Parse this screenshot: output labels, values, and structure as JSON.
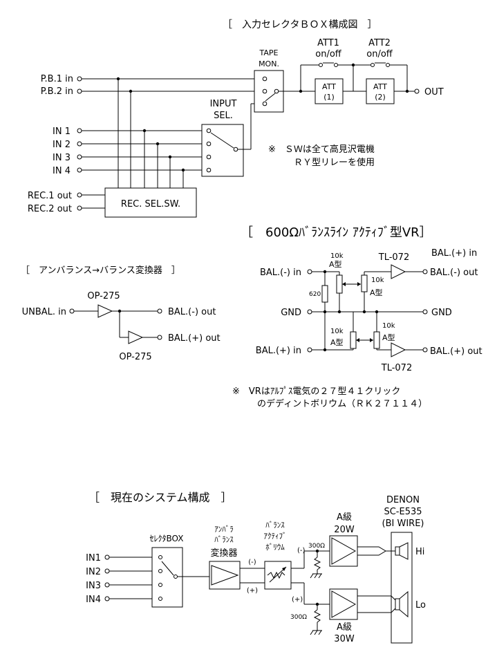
{
  "diagram1": {
    "title": "［　入力セレクタＢＯＸ構成図　］",
    "inputs_pb": [
      "P.B.1 in",
      "P.B.2 in"
    ],
    "inputs_line": [
      "IN 1",
      "IN 2",
      "IN 3",
      "IN 4"
    ],
    "rec_outs": [
      "REC.1 out",
      "REC.2 out"
    ],
    "rec_box": "REC. SEL.SW.",
    "input_sel": [
      "INPUT",
      "SEL."
    ],
    "tape_mon": [
      "TAPE",
      "MON."
    ],
    "att1_sw": [
      "ATT1",
      "on/off"
    ],
    "att2_sw": [
      "ATT2",
      "on/off"
    ],
    "att1_box": [
      "ATT",
      "(1)"
    ],
    "att2_box": [
      "ATT",
      "(2)"
    ],
    "out": "OUT",
    "note": [
      "※　ＳＷは全て高見沢電機",
      "ＲＹ型リレーを使用"
    ]
  },
  "diagram2": {
    "title": "［　アンバランス→バランス変換器　］",
    "in": "UNBAL. in",
    "op_top": "OP-275",
    "op_bottom": "OP-275",
    "out_minus": "BAL.(-) out",
    "out_plus": "BAL.(+) out"
  },
  "diagram3": {
    "title": "［　600Ωﾊﾞﾗﾝｽﾗｲﾝ ｱｸﾃｨﾌﾞ型VR］",
    "in_minus": "BAL.(-) in",
    "gnd_left": "GND",
    "in_plus": "BAL.(+) in",
    "gnd_right": "GND",
    "out_plus_top": "BAL.(+) in",
    "out_minus": "BAL.(-) out",
    "out_plus": "BAL.(+) out",
    "r620": "620",
    "vr_labels": [
      "10k",
      "A型",
      "10k",
      "A型",
      "10k",
      "A型",
      "10k",
      "A型"
    ],
    "op_top": "TL-072",
    "op_bottom": "TL-072",
    "note": [
      "※　VRはｱﾙﾌﾟｽ電気の２７型４１クリック",
      "のデディントボリウム（ＲＫ２７１１４）"
    ]
  },
  "diagram4": {
    "title": "［　現在のシステム構成　］",
    "inputs": [
      "IN1",
      "IN2",
      "IN3",
      "IN4"
    ],
    "selector": "ｾﾚｸﾀBOX",
    "converter": [
      "ｱﾝﾊﾞﾗ",
      "ﾊﾞﾗﾝｽ",
      "変換器"
    ],
    "volume": [
      "ﾊﾞﾗﾝｽ",
      "ｱｸﾃｨﾌﾞ",
      "ﾎﾞﾘｳﾑ"
    ],
    "sig_minus": "(-)",
    "sig_plus": "(+)",
    "sig_minus2": "(-)",
    "sig_plus2": "(+)",
    "r300a": "300Ω",
    "r300b": "300Ω",
    "amp_hi": [
      "A級",
      "20W"
    ],
    "amp_lo": [
      "A級",
      "30W"
    ],
    "speaker": [
      "DENON",
      "SC-E535",
      "(BI WIRE)"
    ],
    "hi": "Hi",
    "lo": "Lo"
  }
}
